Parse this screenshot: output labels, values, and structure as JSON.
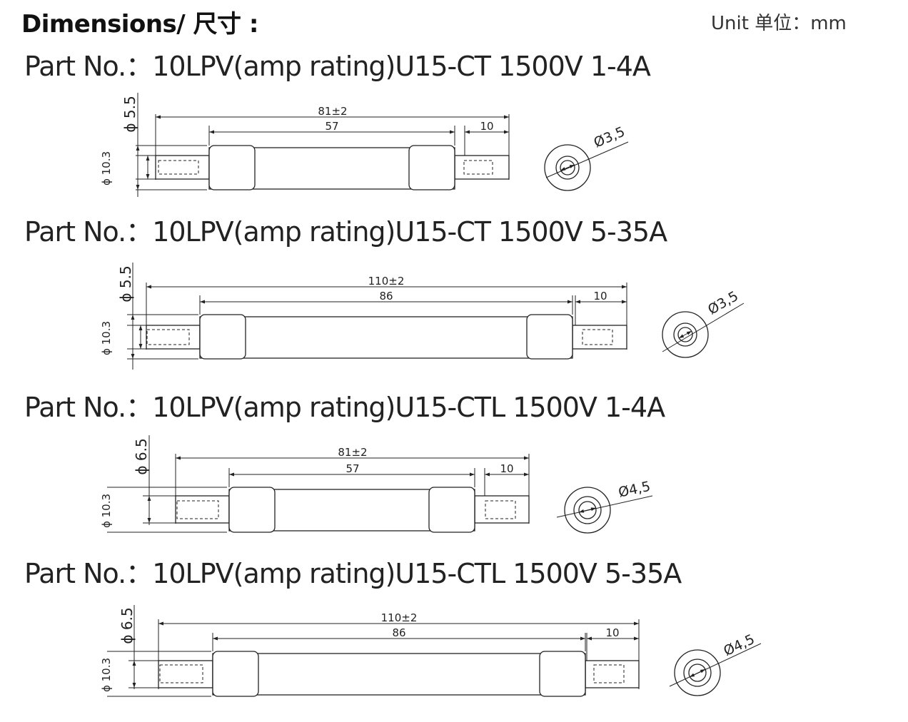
{
  "header": {
    "title": "Dimensions/ 尺寸 :",
    "unit": "Unit 单位：mm"
  },
  "parts": [
    {
      "prefix": "Part No.：",
      "part_number": "10LPV(amp rating)U15-CT 1500V 1-4A",
      "overall_length": "81±2",
      "body_length": "57",
      "terminal_length": "10",
      "terminal_dia": "ϕ 5.5",
      "body_dia": "ϕ 10.3",
      "end_view_dia": "Ø3,5"
    },
    {
      "prefix": "Part No.：",
      "part_number": "10LPV(amp rating)U15-CT 1500V 5-35A",
      "overall_length": "110±2",
      "body_length": "86",
      "terminal_length": "10",
      "terminal_dia": "ϕ 5.5",
      "body_dia": "ϕ 10.3",
      "end_view_dia": "Ø3,5"
    },
    {
      "prefix": "Part No.：",
      "part_number": "10LPV(amp rating)U15-CTL 1500V 1-4A",
      "overall_length": "81±2",
      "body_length": "57",
      "terminal_length": "10",
      "terminal_dia": "ϕ 6.5",
      "body_dia": "ϕ 10.3",
      "end_view_dia": "Ø4,5"
    },
    {
      "prefix": "Part No.：",
      "part_number": "10LPV(amp rating)U15-CTL 1500V 5-35A",
      "overall_length": "110±2",
      "body_length": "86",
      "terminal_length": "10",
      "terminal_dia": "ϕ 6.5",
      "body_dia": "ϕ 10.3",
      "end_view_dia": "Ø4,5"
    }
  ]
}
